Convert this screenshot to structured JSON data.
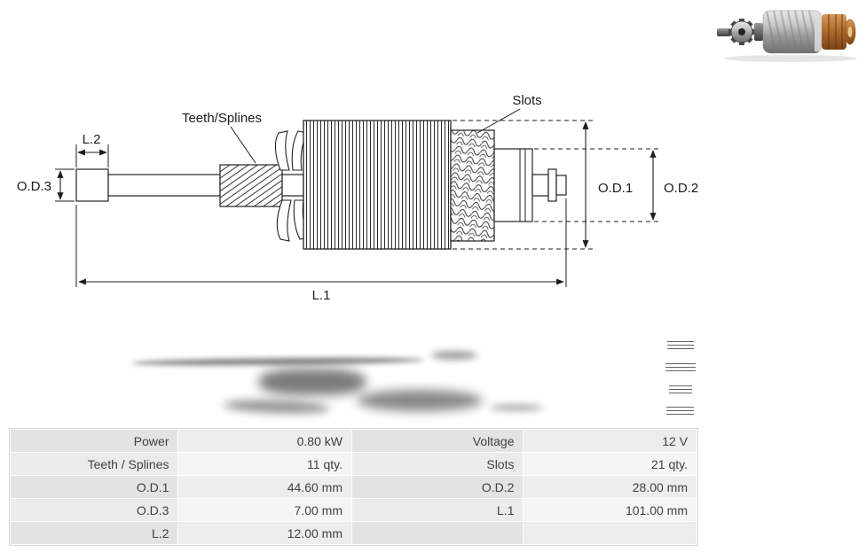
{
  "diagram": {
    "labels": {
      "od3": "O.D.3",
      "l2": "L.2",
      "teeth_splines": "Teeth/Splines",
      "slots": "Slots",
      "od1": "O.D.1",
      "od2": "O.D.2",
      "l1": "L.1"
    },
    "line_color": "#1d1d1d"
  },
  "spec_table": {
    "rows": [
      {
        "label_left": "Power",
        "value_left": "0.80 kW",
        "label_right": "Voltage",
        "value_right": "12 V"
      },
      {
        "label_left": "Teeth / Splines",
        "value_left": "11 qty.",
        "label_right": "Slots",
        "value_right": "21 qty."
      },
      {
        "label_left": "O.D.1",
        "value_left": "44.60 mm",
        "label_right": "O.D.2",
        "value_right": "28.00 mm"
      },
      {
        "label_left": "O.D.3",
        "value_left": "7.00 mm",
        "label_right": "L.1",
        "value_right": "101.00 mm"
      },
      {
        "label_left": "L.2",
        "value_left": "12.00 mm",
        "label_right": "",
        "value_right": ""
      }
    ]
  }
}
